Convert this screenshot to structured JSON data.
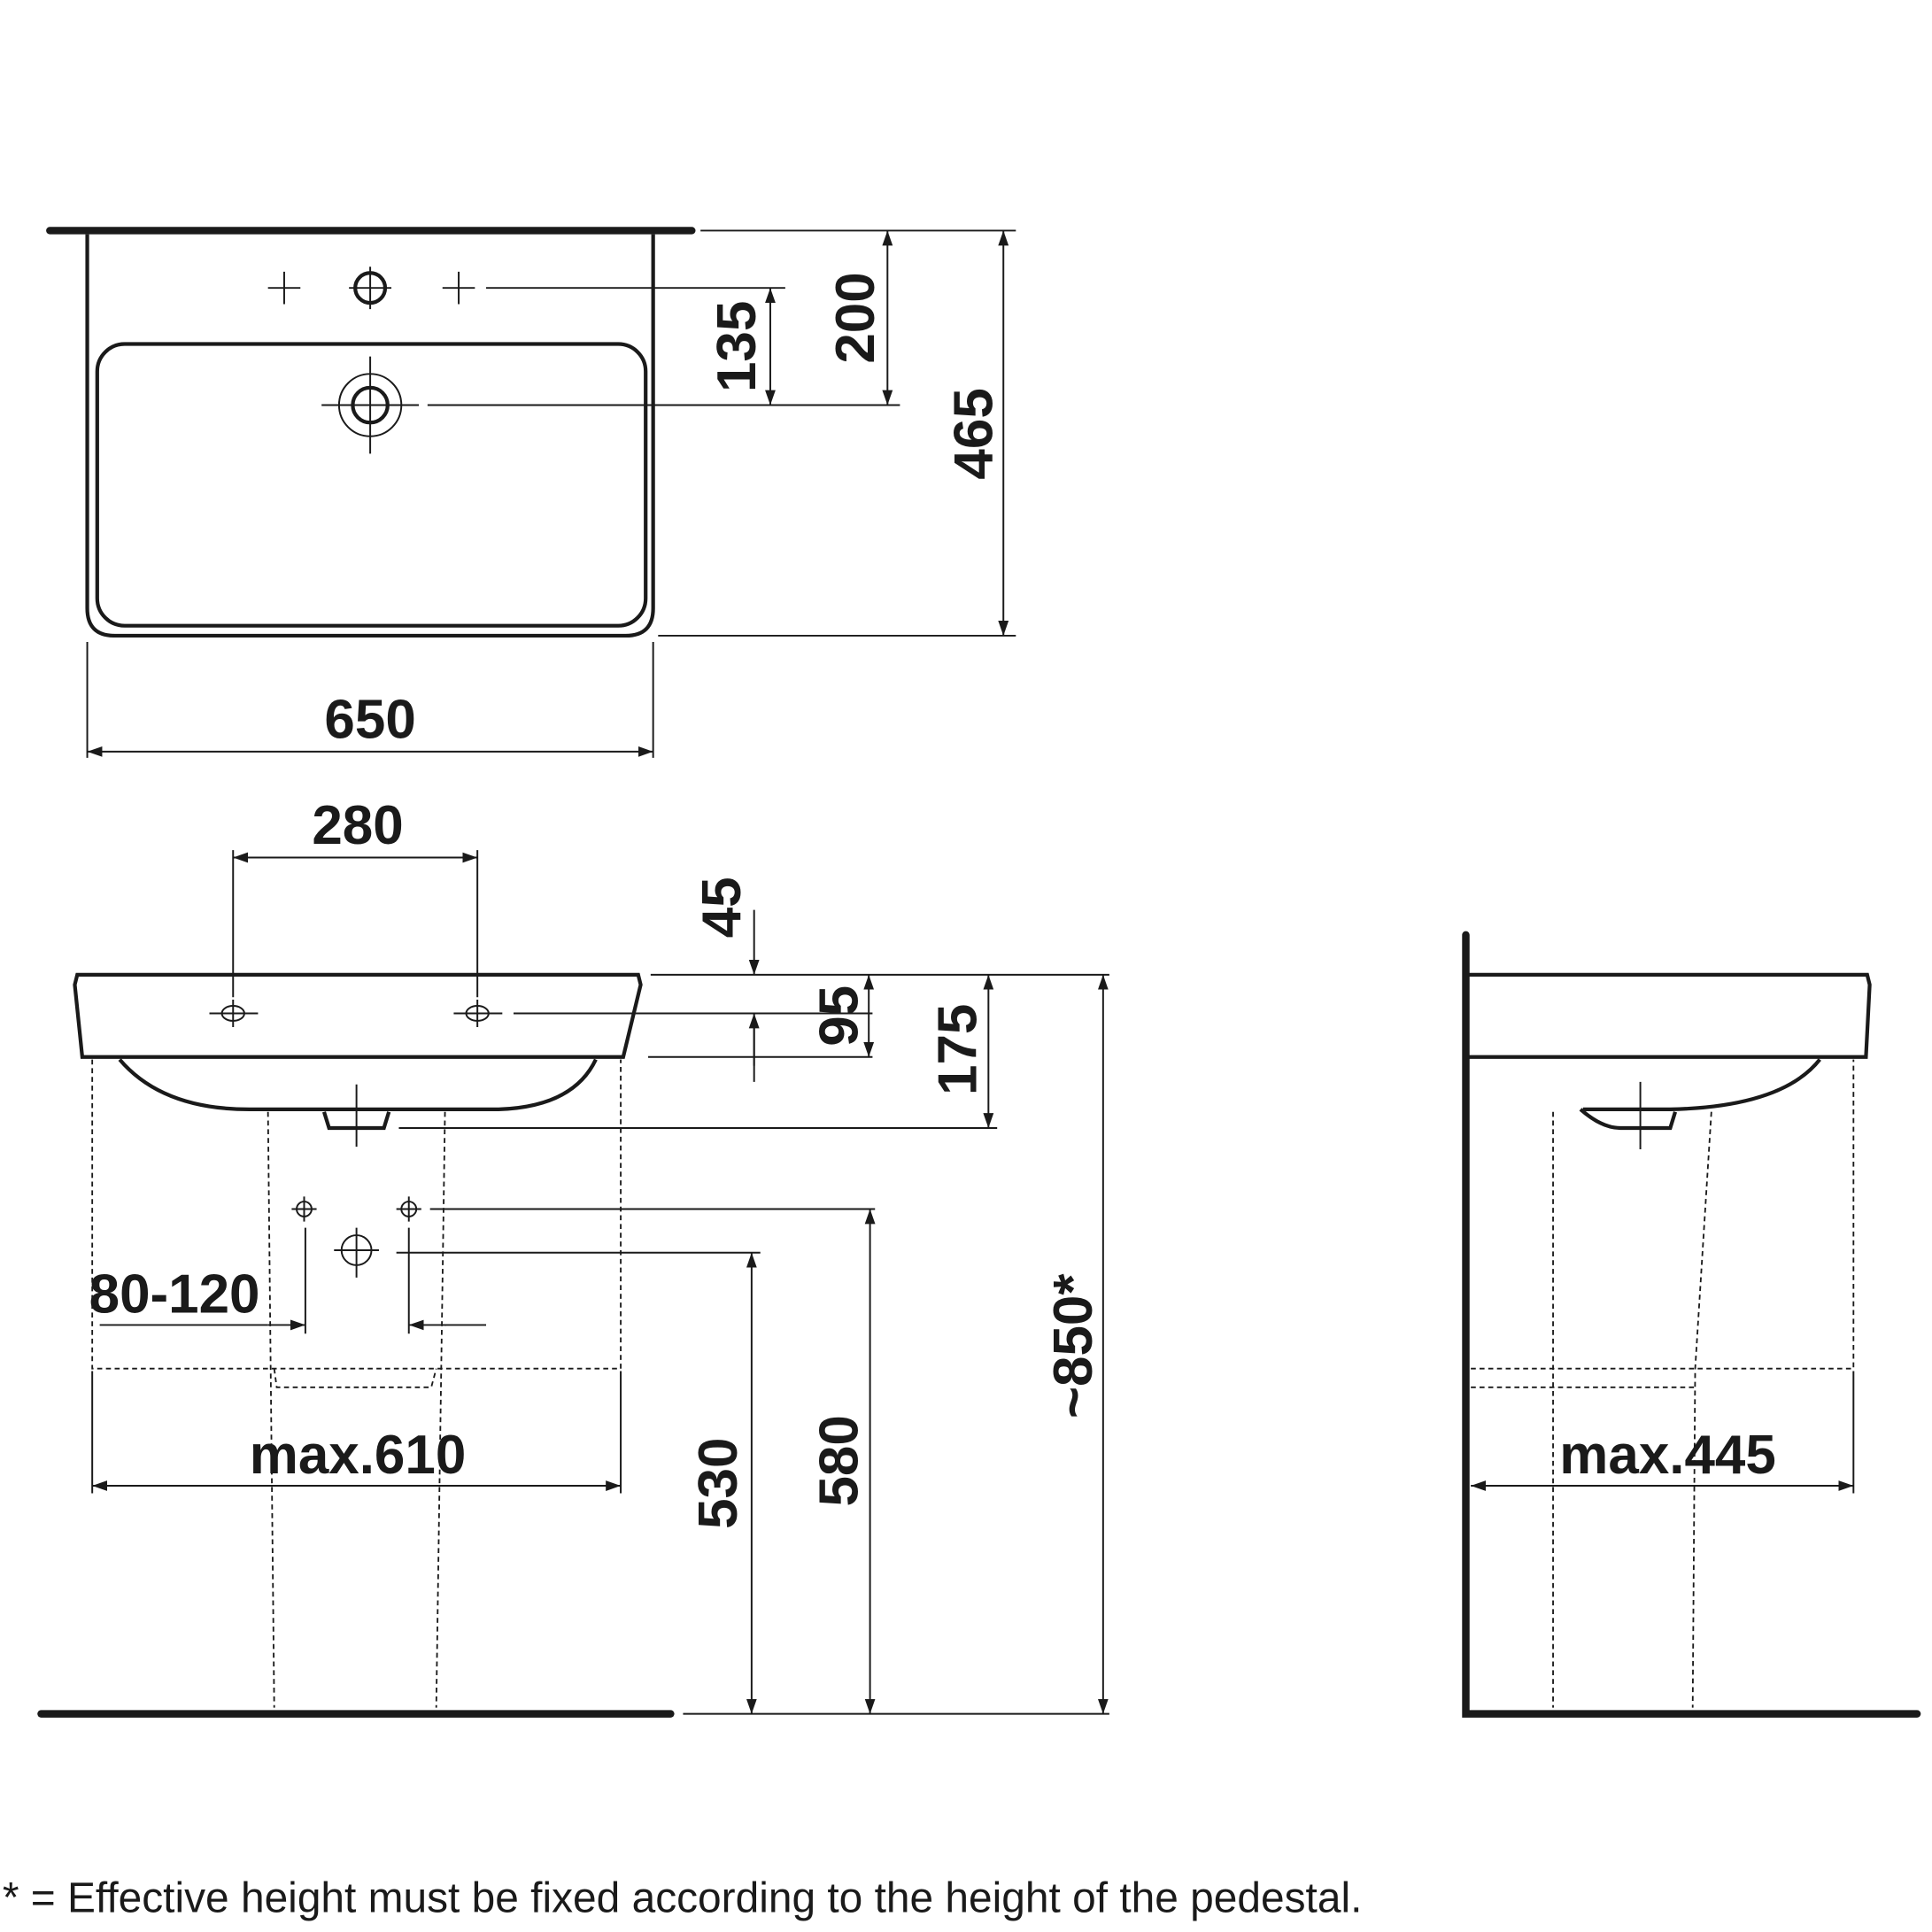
{
  "dimensions": {
    "top_view": {
      "d135": "135",
      "d200": "200",
      "d465": "465",
      "d650": "650"
    },
    "front_view": {
      "d280": "280",
      "d45": "45",
      "d95": "95",
      "d175": "175",
      "d850": "~850*",
      "d80_120": "80-120",
      "d610": "max.610",
      "d530": "530",
      "d580": "580"
    },
    "side_view": {
      "d445": "max.445"
    }
  },
  "footnote": "* = Effective height must be fixed according to the height of the pedestal."
}
